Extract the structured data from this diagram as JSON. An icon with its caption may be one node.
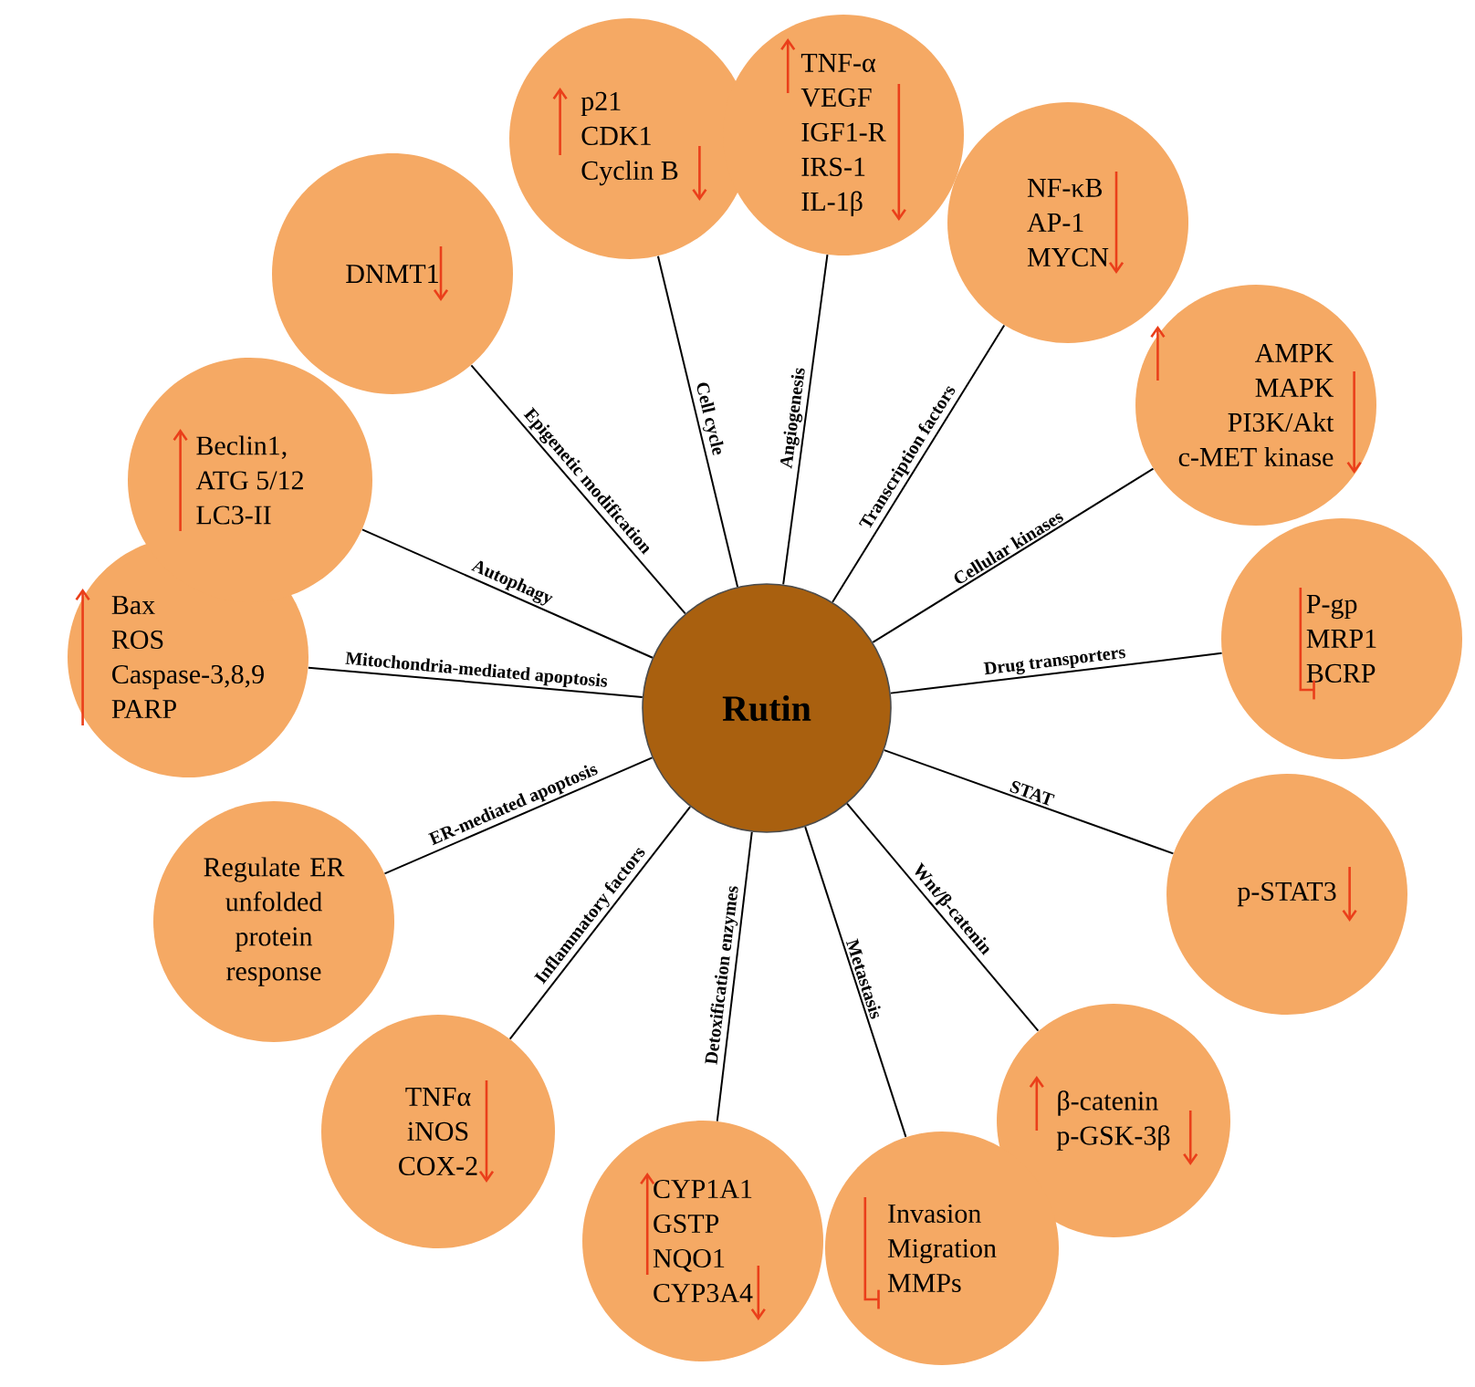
{
  "diagram": {
    "nodes": [
      {
        "text": [
          "Rutin"
        ]
      },
      {
        "text": [
          "DNMT1"
        ]
      },
      {
        "text": [
          "p21",
          "CDK1",
          "Cyclin B"
        ]
      },
      {
        "text": [
          "TNF-α",
          "VEGF",
          "IGF1-R",
          "IRS-1",
          "IL-1β"
        ]
      },
      {
        "text": [
          "NF-κB",
          "AP-1",
          "MYCN"
        ]
      },
      {
        "text": [
          "AMPK",
          "MAPK",
          "PI3K/Akt",
          "c-MET kinase"
        ]
      },
      {
        "text": [
          "P-gp",
          "MRP1",
          "BCRP"
        ]
      },
      {
        "text": [
          "p-STAT3"
        ]
      },
      {
        "text": [
          "β-catenin",
          "p-GSK-3β"
        ]
      },
      {
        "text": [
          "Invasion",
          "Migration",
          "MMPs"
        ]
      },
      {
        "text": [
          "CYP1A1",
          "GSTP",
          "NQO1",
          "CYP3A4"
        ]
      },
      {
        "text": [
          "TNFα",
          "iNOS",
          "COX-2"
        ]
      },
      {
        "text": [
          "Regulate ER unfolded protein response"
        ]
      },
      {
        "text": [
          "Bax",
          "ROS",
          "Caspase-3,8,9",
          "PARP"
        ]
      },
      {
        "text": [
          "Beclin1,",
          "ATG 5/12",
          "LC3-II"
        ]
      }
    ],
    "edges": [
      {
        "from": 0,
        "to": 1,
        "arrow": "none",
        "label": "Epigenetic modification"
      },
      {
        "from": 0,
        "to": 2,
        "arrow": "none",
        "label": "Cell cycle"
      },
      {
        "from": 0,
        "to": 3,
        "arrow": "none",
        "label": "Angiogenesis"
      },
      {
        "from": 0,
        "to": 4,
        "arrow": "none",
        "label": "Transcription factors"
      },
      {
        "from": 0,
        "to": 5,
        "arrow": "none",
        "label": "Cellular kinases"
      },
      {
        "from": 0,
        "to": 6,
        "arrow": "none",
        "label": "Drug transporters"
      },
      {
        "from": 0,
        "to": 7,
        "arrow": "none",
        "label": "STAT"
      },
      {
        "from": 0,
        "to": 8,
        "arrow": "none",
        "label": "Wnt/β-catenin"
      },
      {
        "from": 0,
        "to": 9,
        "arrow": "none",
        "label": "Metastasis"
      },
      {
        "from": 0,
        "to": 10,
        "arrow": "none",
        "label": "Detoxification enzymes"
      },
      {
        "from": 0,
        "to": 11,
        "arrow": "none",
        "label": "Inflammatory factors"
      },
      {
        "from": 0,
        "to": 12,
        "arrow": "none",
        "label": "ER-mediated apoptosis"
      },
      {
        "from": 0,
        "to": 13,
        "arrow": "none",
        "label": "Mitochondria-mediated apoptosis"
      },
      {
        "from": 0,
        "to": 14,
        "arrow": "none",
        "label": "Autophagy"
      }
    ]
  }
}
